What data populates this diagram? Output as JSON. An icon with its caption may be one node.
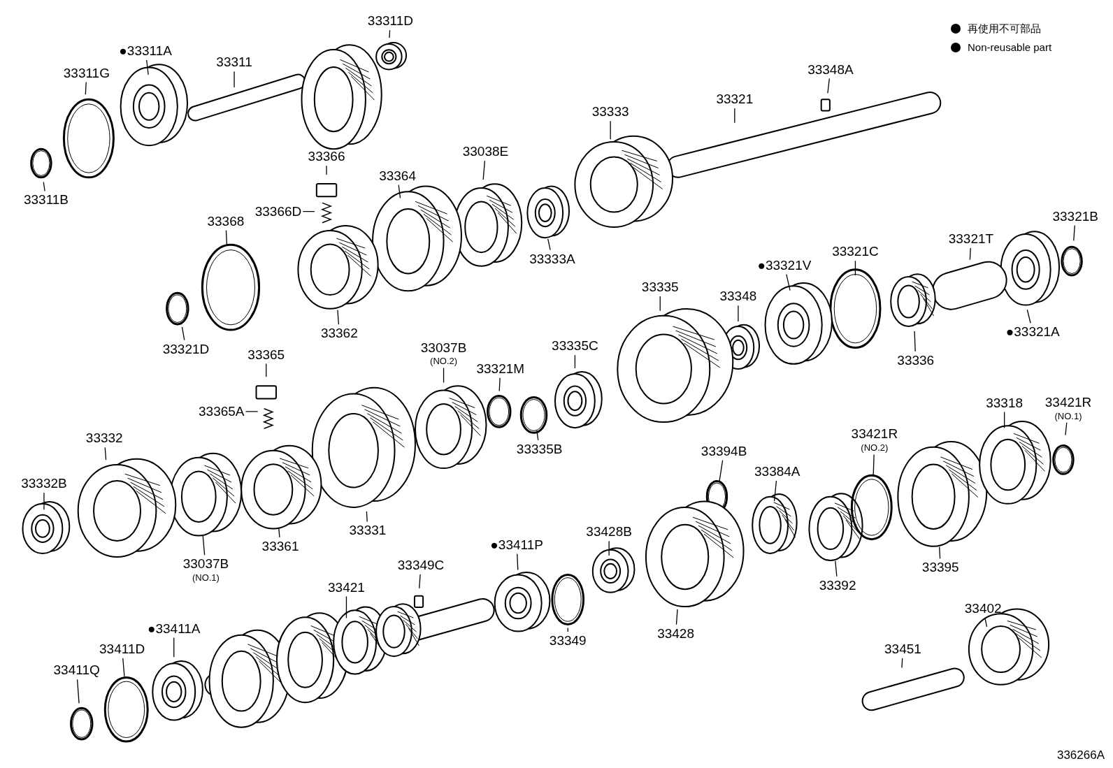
{
  "diagram": {
    "nodes": [
      {
        "text": [
          "33311D"
        ]
      },
      {
        "text": [
          "●33311A"
        ]
      },
      {
        "text": [
          "33311"
        ]
      },
      {
        "text": [
          "33311G"
        ]
      },
      {
        "text": [
          "33311B"
        ]
      },
      {
        "text": [
          "33348A"
        ]
      },
      {
        "text": [
          "33321"
        ]
      },
      {
        "text": [
          "33333"
        ]
      },
      {
        "text": [
          "33366"
        ]
      },
      {
        "text": [
          "33038E"
        ]
      },
      {
        "text": [
          "33364"
        ]
      },
      {
        "text": [
          "33366D"
        ]
      },
      {
        "text": [
          "33368"
        ]
      },
      {
        "text": [
          "33333A"
        ]
      },
      {
        "text": [
          "33321B"
        ]
      },
      {
        "text": [
          "33321T"
        ]
      },
      {
        "text": [
          "33321C"
        ]
      },
      {
        "text": [
          "●33321V"
        ]
      },
      {
        "text": [
          "33348"
        ]
      },
      {
        "text": [
          "33335"
        ]
      },
      {
        "text": [
          "33362"
        ]
      },
      {
        "text": [
          "33321D"
        ]
      },
      {
        "text": [
          "●33321A"
        ]
      },
      {
        "text": [
          "33336"
        ]
      },
      {
        "text": [
          "33037B",
          "(NO.2)"
        ]
      },
      {
        "text": [
          "33365"
        ]
      },
      {
        "text": [
          "33321M"
        ]
      },
      {
        "text": [
          "33335C"
        ]
      },
      {
        "text": [
          "33365A"
        ]
      },
      {
        "text": [
          "33335B"
        ]
      },
      {
        "text": [
          "33332"
        ]
      },
      {
        "text": [
          "33318"
        ]
      },
      {
        "text": [
          "33421R",
          "(NO.1)"
        ]
      },
      {
        "text": [
          "33421R",
          "(NO.2)"
        ]
      },
      {
        "text": [
          "33394B"
        ]
      },
      {
        "text": [
          "33384A"
        ]
      },
      {
        "text": [
          "33332B"
        ]
      },
      {
        "text": [
          "33331"
        ]
      },
      {
        "text": [
          "33361"
        ]
      },
      {
        "text": [
          "33037B",
          "(NO.1)"
        ]
      },
      {
        "text": [
          "●33411P"
        ]
      },
      {
        "text": [
          "33428B"
        ]
      },
      {
        "text": [
          "33392"
        ]
      },
      {
        "text": [
          "33395"
        ]
      },
      {
        "text": [
          "33349C"
        ]
      },
      {
        "text": [
          "33421"
        ]
      },
      {
        "text": [
          "33349"
        ]
      },
      {
        "text": [
          "33428"
        ]
      },
      {
        "text": [
          "33402"
        ]
      },
      {
        "text": [
          "●33411A"
        ]
      },
      {
        "text": [
          "33451"
        ]
      },
      {
        "text": [
          "33411D"
        ]
      },
      {
        "text": [
          "33411Q"
        ]
      }
    ],
    "edges": [
      {
        "from": 0,
        "to": null,
        "arrow": "none"
      },
      {
        "from": 1,
        "to": null,
        "arrow": "none"
      },
      {
        "from": 2,
        "to": null,
        "arrow": "none"
      },
      {
        "from": 3,
        "to": null,
        "arrow": "none"
      },
      {
        "from": 4,
        "to": null,
        "arrow": "none"
      },
      {
        "from": 5,
        "to": null,
        "arrow": "none"
      },
      {
        "from": 6,
        "to": null,
        "arrow": "none"
      },
      {
        "from": 7,
        "to": null,
        "arrow": "none"
      },
      {
        "from": 8,
        "to": null,
        "arrow": "none"
      },
      {
        "from": 9,
        "to": null,
        "arrow": "none"
      },
      {
        "from": 10,
        "to": null,
        "arrow": "none"
      },
      {
        "from": 11,
        "to": null,
        "arrow": "none"
      },
      {
        "from": 12,
        "to": null,
        "arrow": "none"
      },
      {
        "from": 13,
        "to": null,
        "arrow": "none"
      },
      {
        "from": 14,
        "to": null,
        "arrow": "none"
      },
      {
        "from": 15,
        "to": null,
        "arrow": "none"
      },
      {
        "from": 16,
        "to": null,
        "arrow": "none"
      },
      {
        "from": 17,
        "to": null,
        "arrow": "none"
      },
      {
        "from": 18,
        "to": null,
        "arrow": "none"
      },
      {
        "from": 19,
        "to": null,
        "arrow": "none"
      },
      {
        "from": 20,
        "to": null,
        "arrow": "none"
      },
      {
        "from": 21,
        "to": null,
        "arrow": "none"
      },
      {
        "from": 22,
        "to": null,
        "arrow": "none"
      },
      {
        "from": 23,
        "to": null,
        "arrow": "none"
      },
      {
        "from": 24,
        "to": null,
        "arrow": "none"
      },
      {
        "from": 25,
        "to": null,
        "arrow": "none"
      },
      {
        "from": 26,
        "to": null,
        "arrow": "none"
      },
      {
        "from": 27,
        "to": null,
        "arrow": "none"
      },
      {
        "from": 28,
        "to": null,
        "arrow": "none"
      },
      {
        "from": 29,
        "to": null,
        "arrow": "none"
      },
      {
        "from": 30,
        "to": null,
        "arrow": "none"
      },
      {
        "from": 31,
        "to": null,
        "arrow": "none"
      },
      {
        "from": 32,
        "to": null,
        "arrow": "none"
      },
      {
        "from": 33,
        "to": null,
        "arrow": "none"
      },
      {
        "from": 34,
        "to": null,
        "arrow": "none"
      },
      {
        "from": 35,
        "to": null,
        "arrow": "none"
      },
      {
        "from": 36,
        "to": null,
        "arrow": "none"
      },
      {
        "from": 37,
        "to": null,
        "arrow": "none"
      },
      {
        "from": 38,
        "to": null,
        "arrow": "none"
      },
      {
        "from": 39,
        "to": null,
        "arrow": "none"
      },
      {
        "from": 40,
        "to": null,
        "arrow": "none"
      },
      {
        "from": 41,
        "to": null,
        "arrow": "none"
      },
      {
        "from": 42,
        "to": null,
        "arrow": "none"
      },
      {
        "from": 43,
        "to": null,
        "arrow": "none"
      },
      {
        "from": 44,
        "to": null,
        "arrow": "none"
      },
      {
        "from": 45,
        "to": null,
        "arrow": "none"
      },
      {
        "from": 46,
        "to": null,
        "arrow": "none"
      },
      {
        "from": 47,
        "to": null,
        "arrow": "none"
      },
      {
        "from": 48,
        "to": null,
        "arrow": "none"
      },
      {
        "from": 49,
        "to": null,
        "arrow": "none"
      },
      {
        "from": 50,
        "to": null,
        "arrow": "none"
      },
      {
        "from": 51,
        "to": null,
        "arrow": "none"
      },
      {
        "from": 52,
        "to": null,
        "arrow": "none"
      }
    ],
    "labels": [
      "336266A"
    ],
    "legend": [
      {
        "text": "再使用不可部品",
        "color": "#000000"
      },
      {
        "text": "Non-reusable part",
        "color": "#000000"
      }
    ]
  }
}
